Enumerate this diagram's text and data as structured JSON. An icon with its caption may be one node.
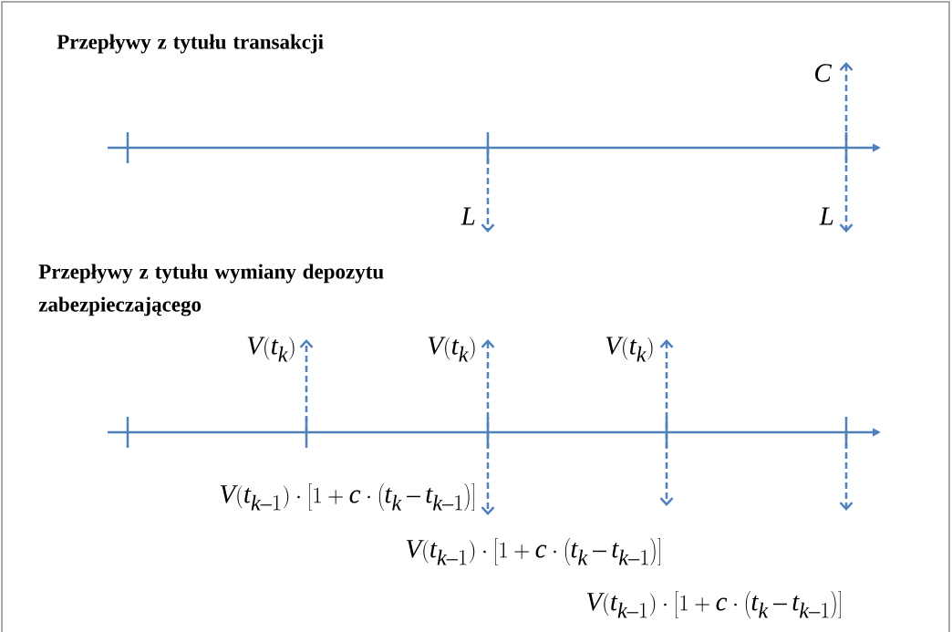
{
  "diagram": {
    "labels": [
      "Przepływy z tytułu transakcji",
      "C",
      "L",
      "L",
      "Przepływy z tytułu wymiany depozytu zabezpieczającego",
      "V(t_k)",
      "V(t_k)",
      "V(t_k)",
      "V(t_{k-1})\\cdot\\left[1+c\\cdot\\left(t_k-t_{k-1}\\right)\\right]",
      "V(t_{k-1})\\cdot\\left[1+c\\cdot\\left(t_k-t_{k-1}\\right)\\right]",
      "V(t_{k-1})\\cdot\\left[1+c\\cdot\\left(t_k-t_{k-1}\\right)\\right]"
    ]
  }
}
